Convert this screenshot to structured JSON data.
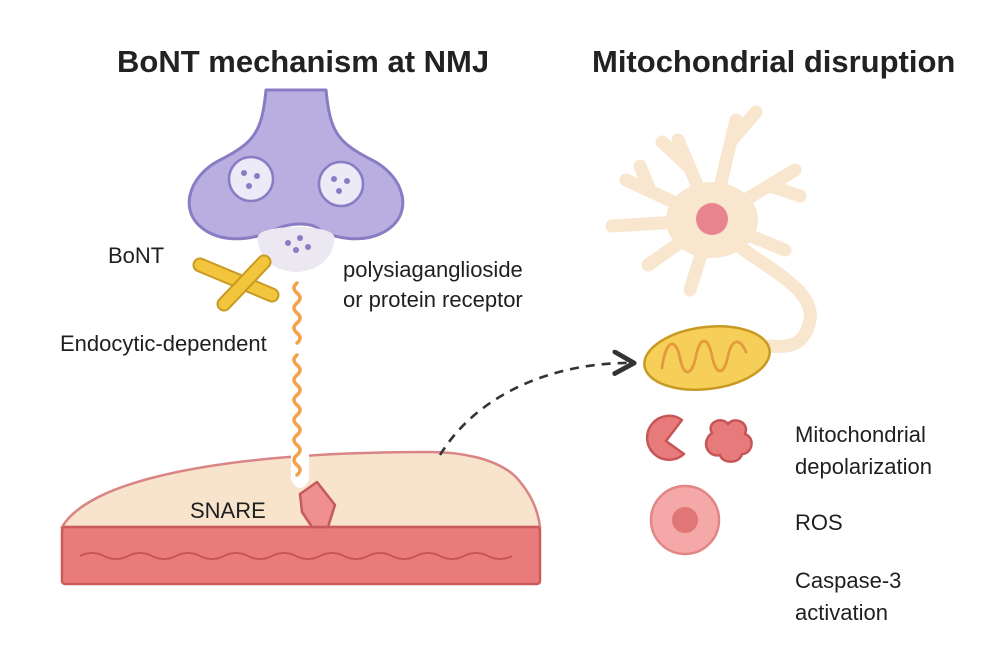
{
  "titles": {
    "left": "BoNT mechanism at NMJ",
    "right": "Mitochondrial disruption"
  },
  "labels": {
    "bont": "BoNT",
    "receptor_line1": "polysiaganglioside",
    "receptor_line2": "or protein receptor",
    "endocytic": "Endocytic-dependent",
    "snare": "SNARE",
    "depol_line1": "Mitochondrial",
    "depol_line2": "depolarization",
    "ros": "ROS",
    "caspase_line1": "Caspase-3",
    "caspase_line2": "activation"
  },
  "colors": {
    "terminal_fill": "#b9aee0",
    "terminal_stroke": "#8a7cc4",
    "toxin": "#f2c53d",
    "chain": "#f5a14a",
    "muscle_top": "#f8e3cc",
    "muscle_band": "#e97b7b",
    "snare": "#ef8f90",
    "neuron": "#f8e6cf",
    "mitochondrion": "#f6cf58",
    "ros_red": "#e77a7a"
  },
  "icons": {
    "nerve_terminal": "nerve-terminal-icon",
    "toxin": "bont-toxin-icon",
    "neuron": "neuron-icon",
    "mitochondrion": "mitochondrion-icon"
  }
}
